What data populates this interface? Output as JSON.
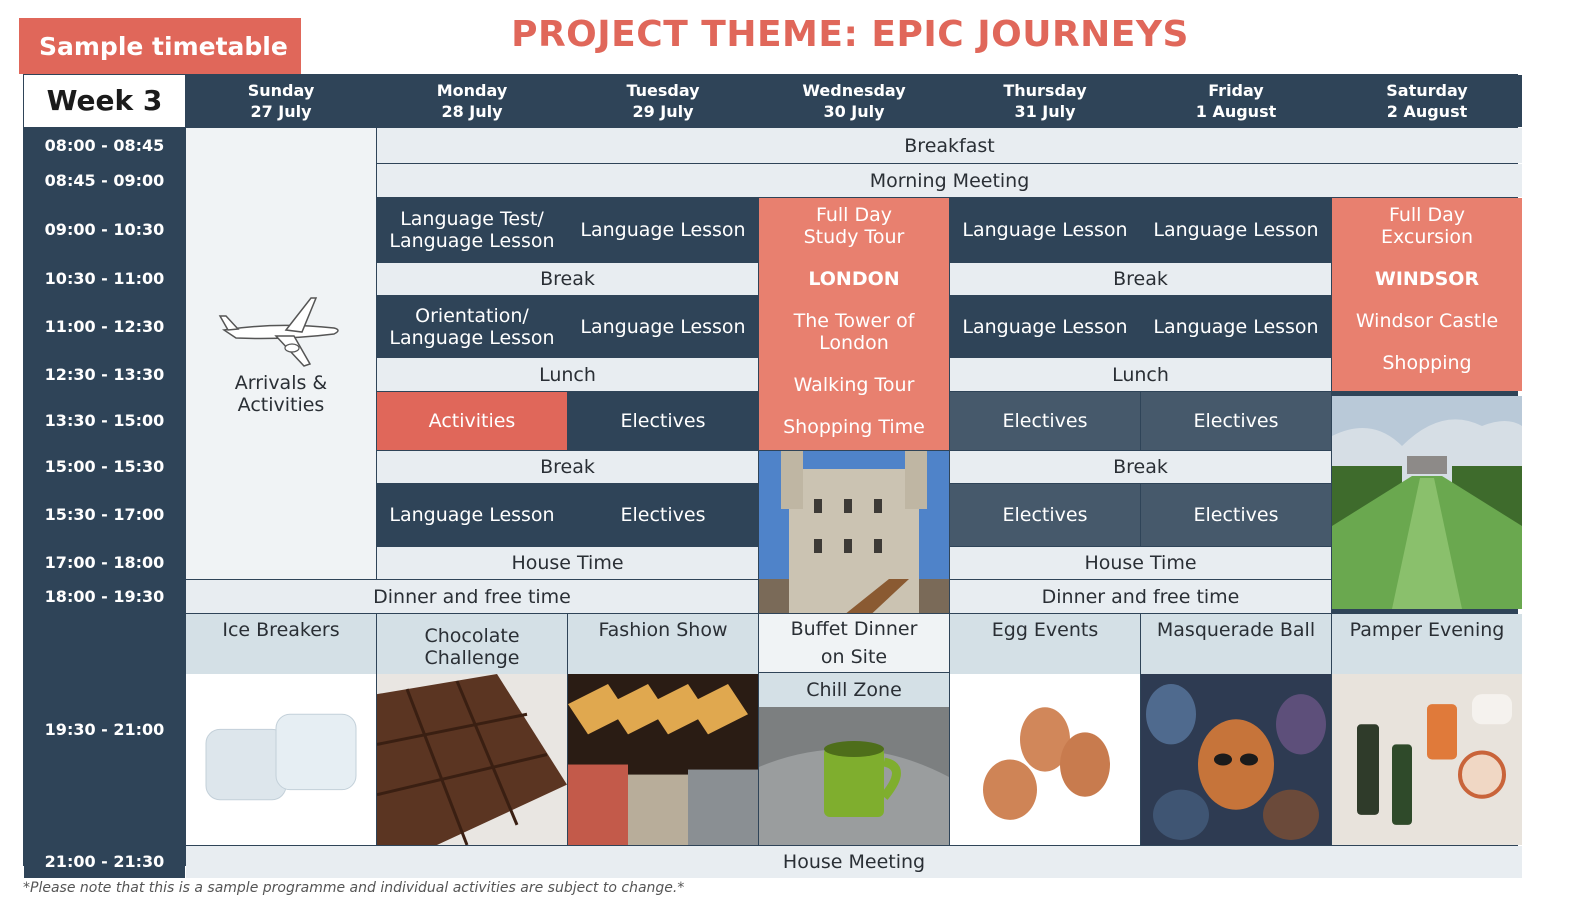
{
  "badge": "Sample timetable",
  "title": "PROJECT THEME: EPIC JOURNEYS",
  "week": "Week 3",
  "days": [
    {
      "name": "Sunday",
      "date": "27 July"
    },
    {
      "name": "Monday",
      "date": "28 July"
    },
    {
      "name": "Tuesday",
      "date": "29 July"
    },
    {
      "name": "Wednesday",
      "date": "30 July"
    },
    {
      "name": "Thursday",
      "date": "31 July"
    },
    {
      "name": "Friday",
      "date": "1 August"
    },
    {
      "name": "Saturday",
      "date": "2 August"
    }
  ],
  "times": [
    "08:00 - 08:45",
    "08:45 - 09:00",
    "09:00 - 10:30",
    "10:30 - 11:00",
    "11:00 - 12:30",
    "12:30 - 13:30",
    "13:30 - 15:00",
    "15:00 - 15:30",
    "15:30 - 17:00",
    "17:00 - 18:00",
    "18:00 - 19:30",
    "19:30 - 21:00",
    "21:00 - 21:30"
  ],
  "sunday": {
    "line1": "Arrivals &",
    "line2": "Activities"
  },
  "labels": {
    "breakfast": "Breakfast",
    "morning_meeting": "Morning Meeting",
    "lang_test_1": "Language Test/",
    "lang_test_2": "Language Lesson",
    "language_lesson": "Language Lesson",
    "break": "Break",
    "orientation_1": "Orientation/",
    "orientation_2": "Language Lesson",
    "lunch": "Lunch",
    "activities": "Activities",
    "electives": "Electives",
    "house_time": "House Time",
    "dinner": "Dinner and free time",
    "house_meeting": "House Meeting"
  },
  "wednesday": {
    "line1": "Full Day",
    "line2": "Study Tour",
    "place": "LONDON",
    "item1a": "The Tower of",
    "item1b": "London",
    "item2": "Walking Tour",
    "item3": "Shopping Time",
    "buffet1": "Buffet Dinner",
    "buffet2": "on Site",
    "chill": "Chill Zone"
  },
  "saturday": {
    "line1": "Full Day",
    "line2": "Excursion",
    "place": "WINDSOR",
    "item1": "Windsor Castle",
    "item2": "Shopping"
  },
  "evening": {
    "sunday": "Ice Breakers",
    "monday_1": "Chocolate",
    "monday_2": "Challenge",
    "tuesday": "Fashion Show",
    "thursday": "Egg Events",
    "friday": "Masquerade Ball",
    "saturday": "Pamper Evening"
  },
  "colors": {
    "navy": "#2f4458",
    "coral": "#e0675a",
    "salmon": "#e8806f",
    "light": "#e8edf1"
  },
  "note": "*Please note that this is a sample programme and individual activities are subject to change.*"
}
